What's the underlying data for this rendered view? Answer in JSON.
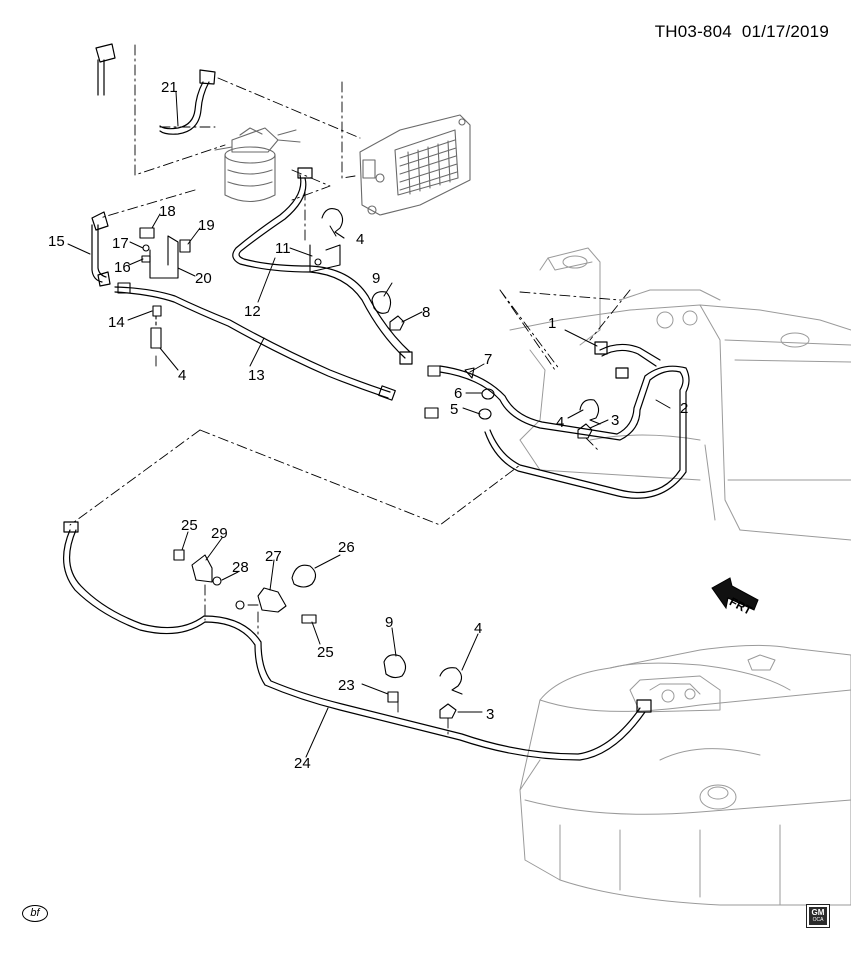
{
  "header": {
    "diagram_code": "TH03-804",
    "date": "01/17/2019"
  },
  "footer": {
    "badge_text": "bf",
    "logo_text": "GM",
    "logo_subtext": "OCA"
  },
  "direction_indicator": {
    "label": "FRT"
  },
  "callouts": {
    "c1": "1",
    "c2": "2",
    "c3a": "3",
    "c4a": "4",
    "c5": "5",
    "c6": "6",
    "c7": "7",
    "c8": "8",
    "c9a": "9",
    "c4b": "4",
    "c11": "11",
    "c12": "12",
    "c13": "13",
    "c14": "14",
    "c4c": "4",
    "c15": "15",
    "c16": "16",
    "c17": "17",
    "c18": "18",
    "c19": "19",
    "c20": "20",
    "c21": "21",
    "c25a": "25",
    "c29": "29",
    "c28": "28",
    "c27": "27",
    "c26": "26",
    "c25b": "25",
    "c9b": "9",
    "c4d": "4",
    "c23": "23",
    "c3b": "3",
    "c24": "24"
  }
}
